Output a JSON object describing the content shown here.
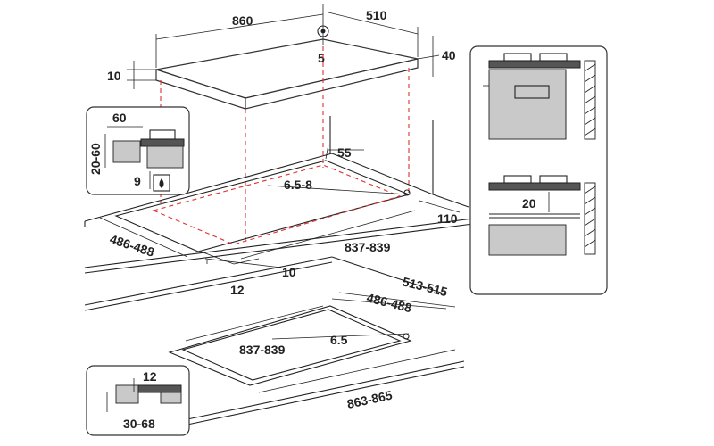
{
  "dimensions": {
    "hob_width": "860",
    "hob_depth": "510",
    "hob_thickness": "10",
    "hob_height": "40",
    "gas_inlet_offset": "5",
    "side_detail_width": "60",
    "side_detail_height": "20-60",
    "side_detail_gap": "9",
    "rear_gap": "55",
    "rear_offset": "6.5-8",
    "cutout_depth_top": "486-488",
    "cutout_width_top": "837-839",
    "front_gap": "10",
    "worktop_front": "12",
    "right_gap": "110",
    "oven_gap": "20",
    "flush_outer_depth": "513-515",
    "flush_inner_depth": "486-488",
    "flush_inner_width": "837-839",
    "flush_offset": "6.5",
    "flush_outer_width": "863-865",
    "flush_detail_step": "12",
    "flush_detail_thickness": "30-68"
  },
  "colors": {
    "line": "#222222",
    "cutout_dash": "#e03030",
    "panel_grey": "#c9c9c9"
  }
}
